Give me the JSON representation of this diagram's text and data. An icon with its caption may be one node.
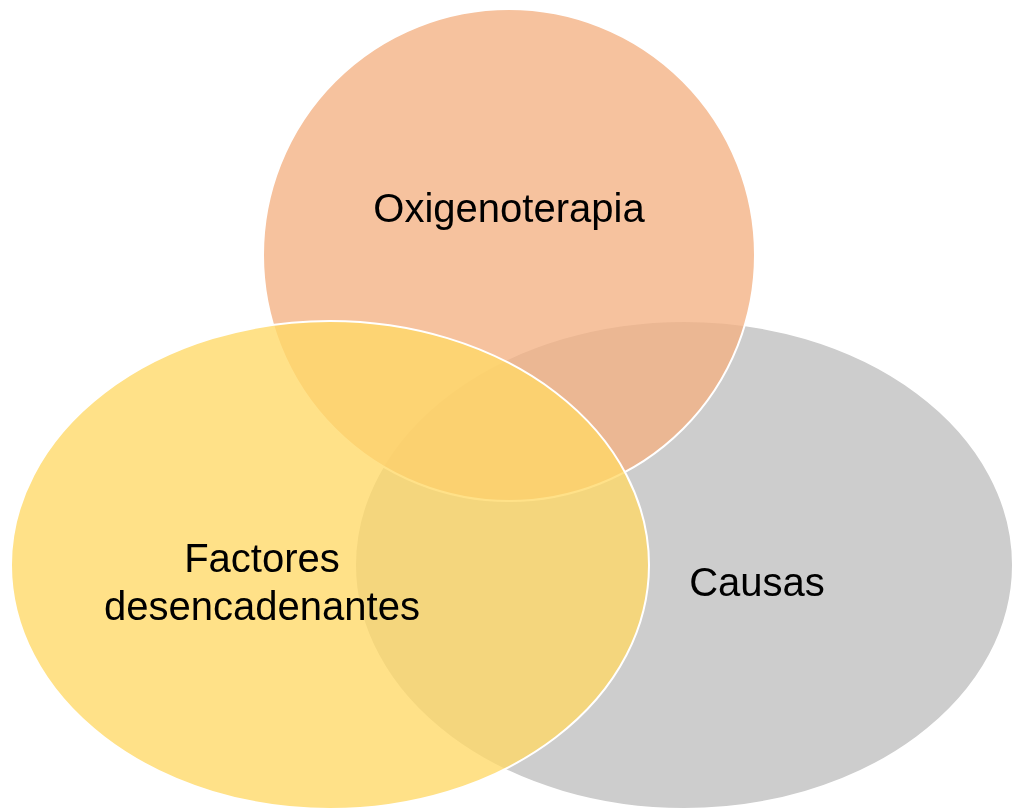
{
  "diagram": {
    "nodes": [
      {
        "text": [
          "Oxigenoterapia"
        ]
      },
      {
        "text": [
          "Factores desencadenantes"
        ]
      },
      {
        "text": [
          "Causas"
        ]
      }
    ]
  }
}
